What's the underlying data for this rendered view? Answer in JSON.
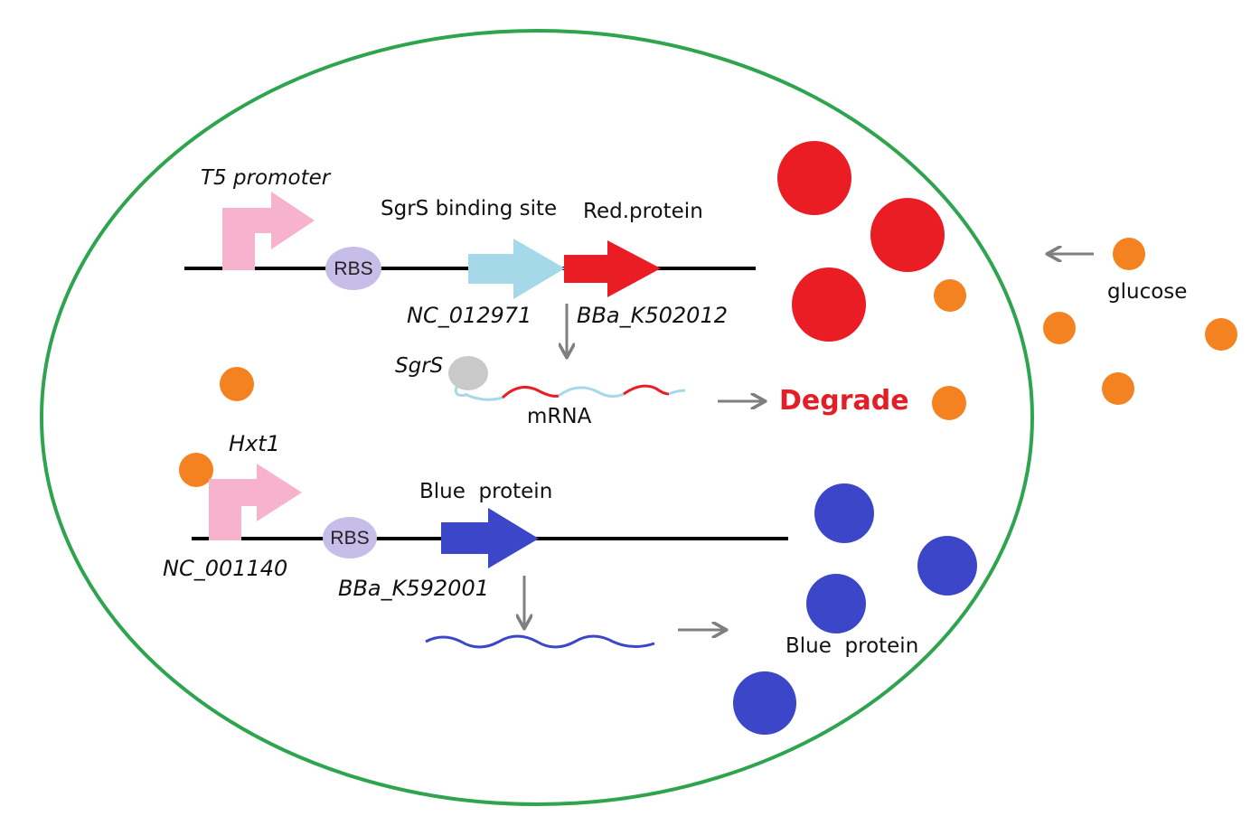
{
  "labels": {
    "t5_promoter": "T5 promoter",
    "sgrs_binding_site": "SgrS binding site",
    "red_protein": "Red.protein",
    "rbs_top": "RBS",
    "nc_012971": "NC_012971",
    "bba_k502012": "BBa_K502012",
    "sgrs": "SgrS",
    "mrna": "mRNA",
    "degrade": "Degrade",
    "glucose": "glucose",
    "hxt1": "Hxt1",
    "rbs_bottom": "RBS",
    "blue_protein_gene": "Blue  protein",
    "nc_001140": "NC_001140",
    "bba_k592001": "BBa_K592001",
    "blue_protein_product": "Blue  protein"
  },
  "colors": {
    "cell_membrane": "#2ea44f",
    "promoter": "#f7b3cd",
    "rbs": "#c6bde8",
    "sgrs_site": "#a5d9ea",
    "red_protein": "#ea1c24",
    "blue_protein": "#3b47c8",
    "glucose": "#f58220",
    "sgrs_rna": "#c9c9c9",
    "arrow": "#7f7f7f",
    "degrade_text": "#e31e26"
  }
}
